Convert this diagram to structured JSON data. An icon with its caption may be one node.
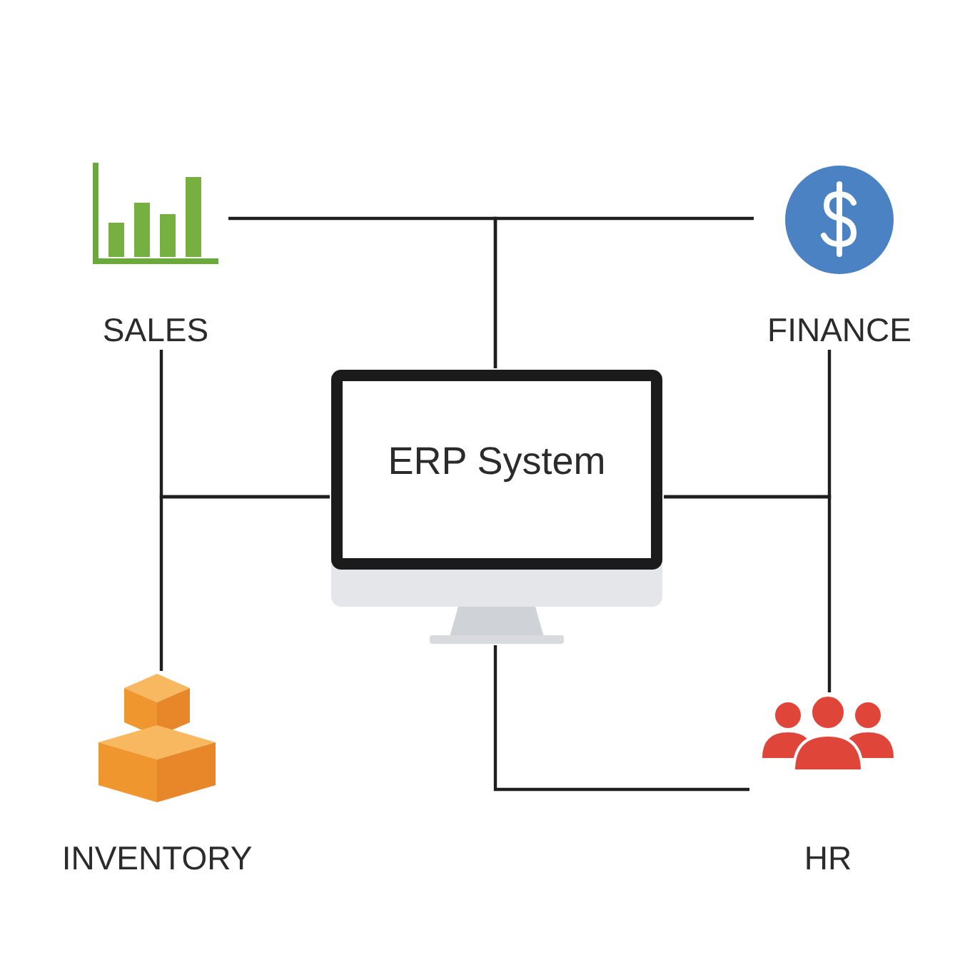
{
  "diagram": {
    "nodes": [
      {
        "text": [
          "ERP System"
        ]
      },
      {
        "text": [
          "SALES"
        ]
      },
      {
        "text": [
          "FINANCE"
        ]
      },
      {
        "text": [
          "INVENTORY"
        ]
      },
      {
        "text": [
          "HR"
        ]
      }
    ],
    "edges": [
      {
        "from": 1,
        "to": 0,
        "arrow": "none"
      },
      {
        "from": 2,
        "to": 0,
        "arrow": "none"
      },
      {
        "from": 1,
        "to": 0,
        "arrow": "none"
      },
      {
        "from": 3,
        "to": 0,
        "arrow": "none"
      },
      {
        "from": 2,
        "to": 0,
        "arrow": "none"
      },
      {
        "from": 4,
        "to": 0,
        "arrow": "none"
      },
      {
        "from": 0,
        "to": 4,
        "arrow": "none"
      }
    ]
  }
}
